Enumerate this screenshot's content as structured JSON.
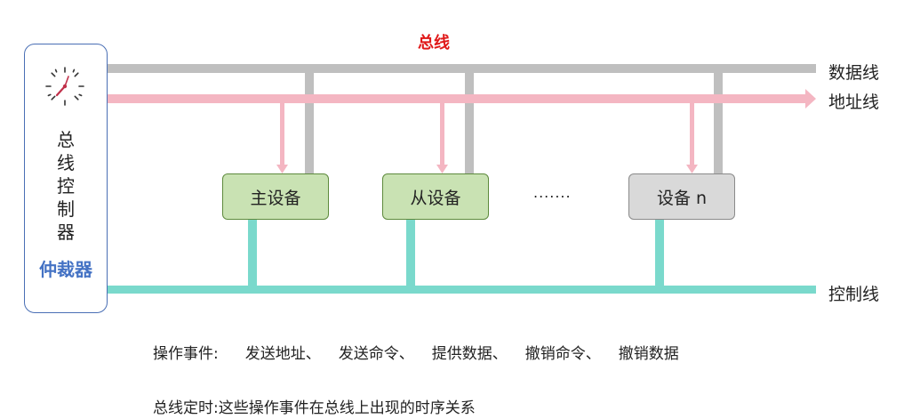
{
  "title": "总线",
  "controller": {
    "label": "总\n线\n控\n制\n器",
    "arbiter": "仲裁器",
    "clock_icon": "clock-icon"
  },
  "lines": {
    "data": "数据线",
    "address": "地址线",
    "control": "控制线"
  },
  "colors": {
    "data_line": "#bfbfbf",
    "address_line": "#f4b6c2",
    "control_line": "#7ad9cc",
    "device_green": "#c9e2b3",
    "device_gray": "#d9d9d9",
    "title_red": "#e01818",
    "arbiter_blue": "#4472c4"
  },
  "devices": [
    {
      "label": "主设备"
    },
    {
      "label": "从设备"
    },
    {
      "label": "设备 n"
    }
  ],
  "ellipsis": ".......",
  "events": {
    "label": "操作事件:",
    "items": [
      "发送地址、",
      "发送命令、",
      "提供数据、",
      "撤销命令、",
      "撤销数据"
    ]
  },
  "timing": "总线定时:这些操作事件在总线上出现的时序关系"
}
